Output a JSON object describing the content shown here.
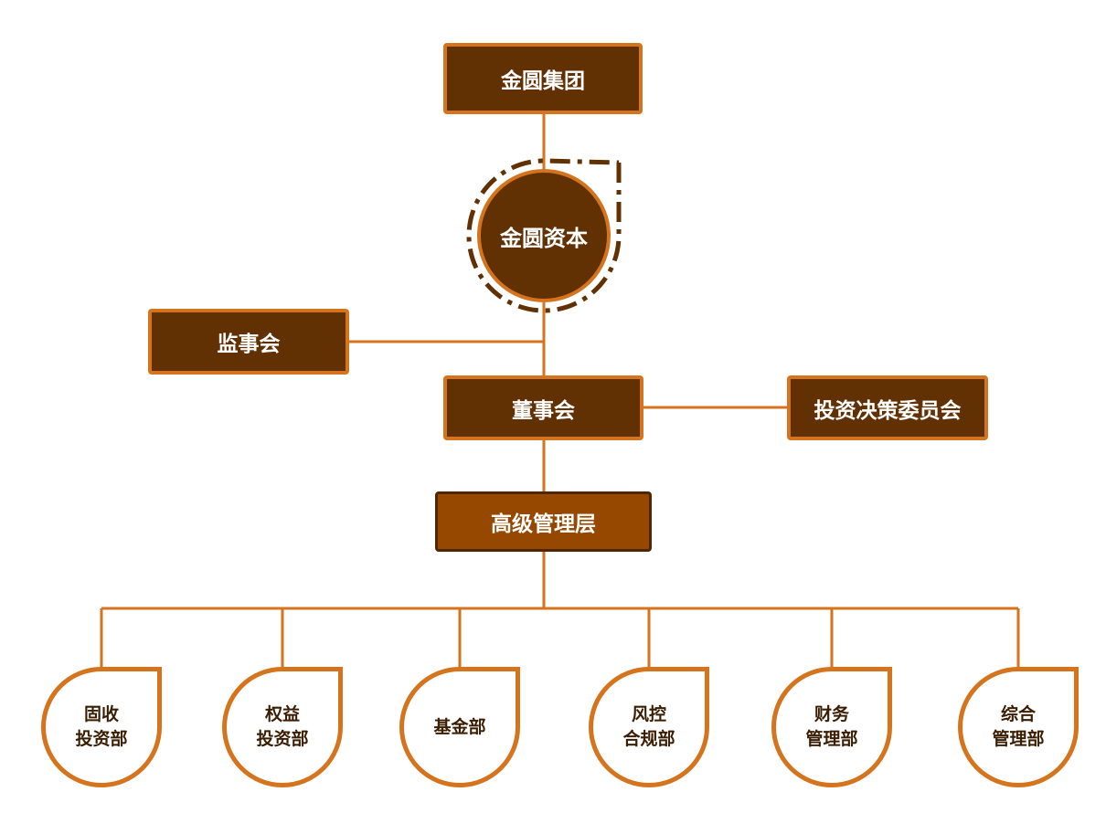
{
  "org": {
    "group": "金圆集团",
    "capital": "金圆资本",
    "supervisors": "监事会",
    "board": "董事会",
    "investment_committee": "投资决策委员会",
    "management": "高级管理层",
    "departments": [
      {
        "line1": "固收",
        "line2": "投资部"
      },
      {
        "line1": "权益",
        "line2": "投资部"
      },
      {
        "line1": "基金部",
        "line2": ""
      },
      {
        "line1": "风控",
        "line2": "合规部"
      },
      {
        "line1": "财务",
        "line2": "管理部"
      },
      {
        "line1": "综合",
        "line2": "管理部"
      }
    ]
  },
  "colors": {
    "box_fill": "#613003",
    "box_border": "#d5741d",
    "management_fill": "#964801",
    "connector": "#d5741d",
    "department_text": "#3a1d02"
  }
}
